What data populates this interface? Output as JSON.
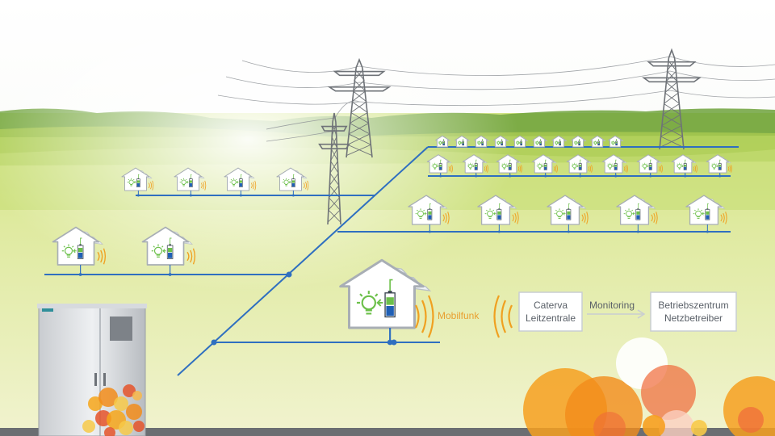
{
  "labels": {
    "mobilfunk": "Mobilfunk",
    "leitzentrale_line1": "Caterva",
    "leitzentrale_line2": "Leitzentrale",
    "monitoring": "Monitoring",
    "betrieb_line1": "Betriebszentrum",
    "betrieb_line2": "Netzbetreiber"
  },
  "colors": {
    "sky_top": "#ffffff",
    "field_light": "#e9f0b4",
    "field_green": "#b7d45a",
    "tree_line": "#5f9a34",
    "grid_line_blue": "#2f6fc0",
    "pylon_gray": "#6f7378",
    "house_outline": "#a8aeb5",
    "battery_green": "#6cc04a",
    "battery_blue": "#1f5fb5",
    "signal_orange": "#f0a020",
    "box_border": "#c9cdd2",
    "box_text": "#5a6068",
    "label_orange": "#e8a030"
  },
  "icons": [
    "house-icon",
    "lightbulb-icon",
    "battery-icon",
    "solar-panel-icon",
    "signal-wave-icon",
    "power-pylon-icon",
    "storage-cabinet-icon",
    "arrow-right-icon"
  ]
}
